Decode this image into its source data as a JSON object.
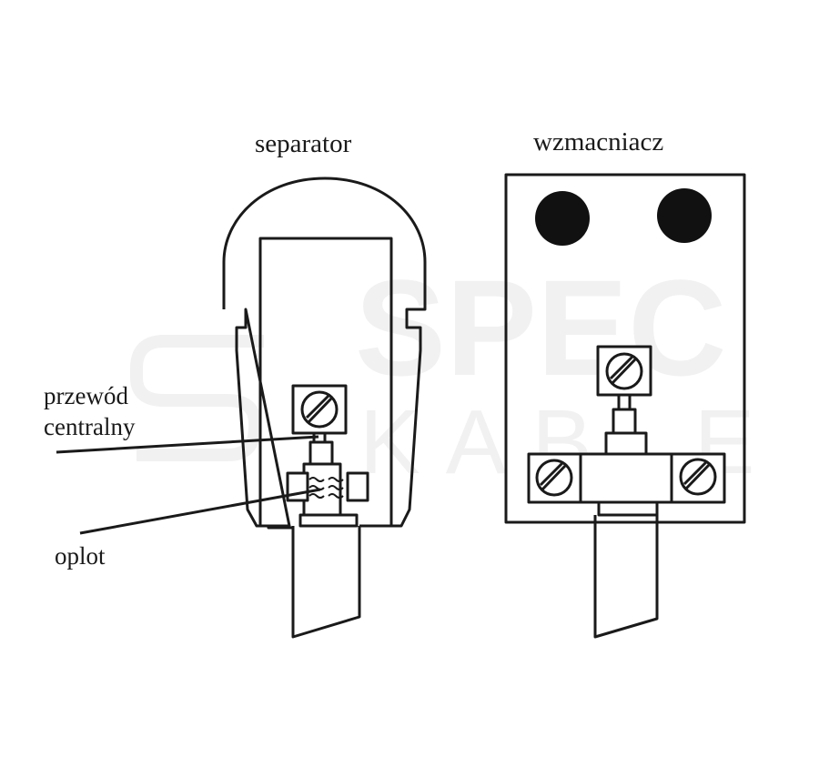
{
  "labels": {
    "separator": "separator",
    "amplifier": "wzmacniacz",
    "center_wire_line1": "przewód",
    "center_wire_line2": "centralny",
    "braid": "oplot"
  },
  "watermark": {
    "line1": "SPEC",
    "line2": "KABLE"
  },
  "colors": {
    "ink": "#1a1a1a",
    "watermark": "#f1f1f1"
  }
}
